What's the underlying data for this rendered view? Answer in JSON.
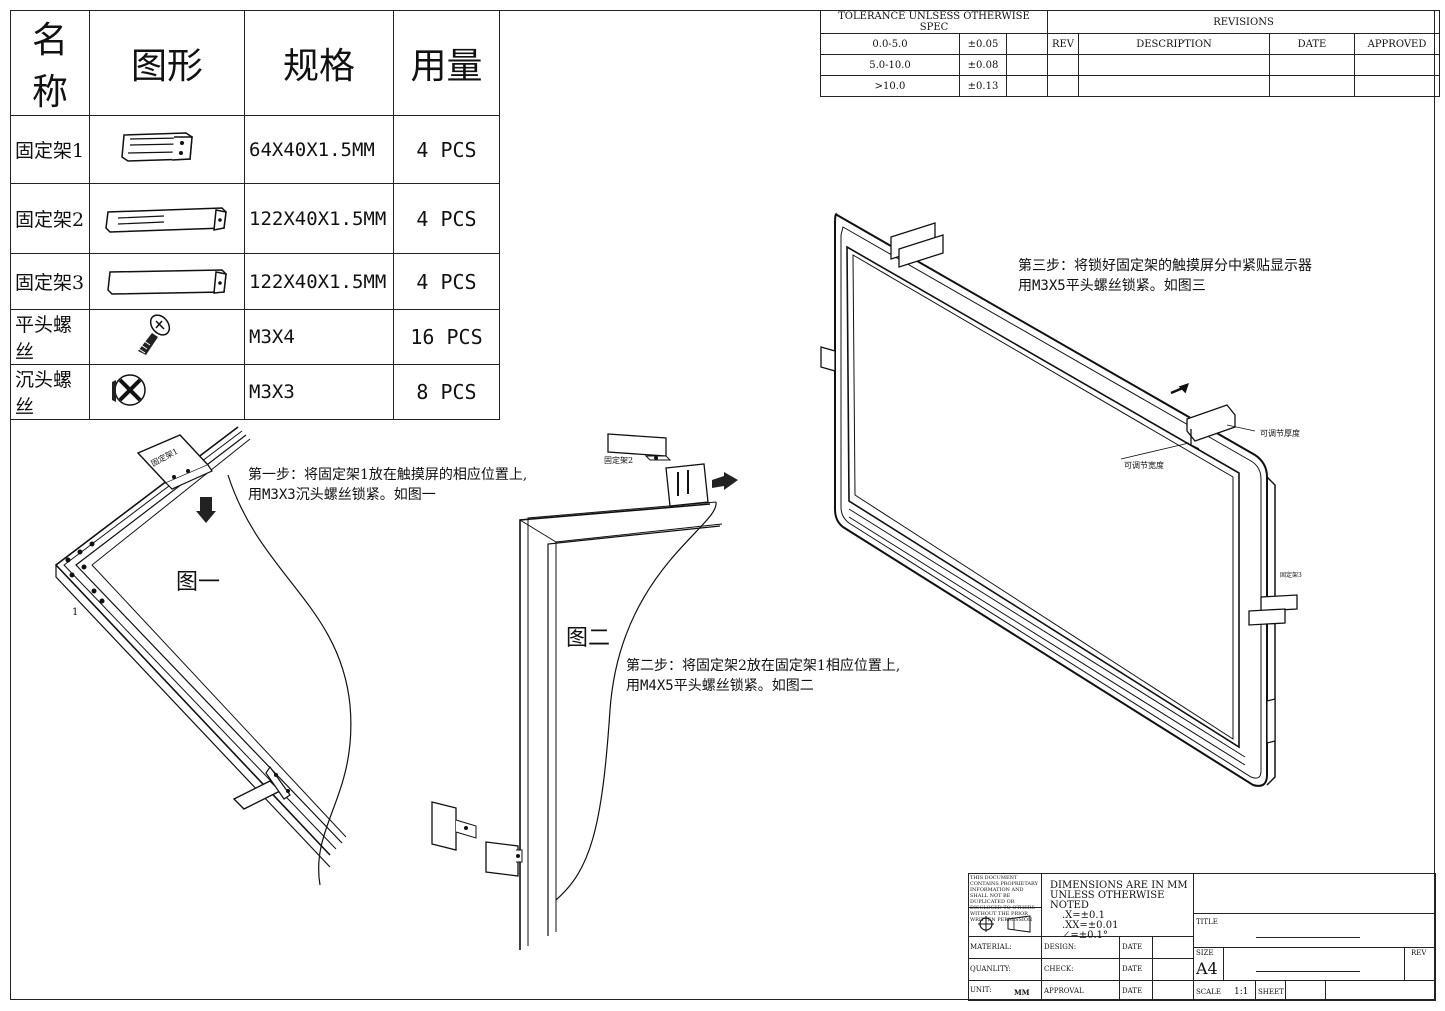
{
  "bom": {
    "headers": [
      "名称",
      "图形",
      "规格",
      "用量"
    ],
    "rows": [
      {
        "name": "固定架1",
        "icon": "bracket-1-icon",
        "spec": "64X40X1.5MM",
        "qty": "4 PCS"
      },
      {
        "name": "固定架2",
        "icon": "bracket-2-icon",
        "spec": "122X40X1.5MM",
        "qty": "4 PCS"
      },
      {
        "name": "固定架3",
        "icon": "bracket-3-icon",
        "spec": "122X40X1.5MM",
        "qty": "4 PCS"
      },
      {
        "name": "平头螺丝",
        "icon": "pan-head-screw-icon",
        "spec": "M3X4",
        "qty": "16 PCS"
      },
      {
        "name": "沉头螺丝",
        "icon": "countersunk-screw-icon",
        "spec": "M3X3",
        "qty": "8 PCS"
      }
    ]
  },
  "tolerance": {
    "header": "TOLERANCE UNLSESS OTHERWISE SPEC",
    "rows": [
      {
        "range": "0.0-5.0",
        "tol": "±0.05"
      },
      {
        "range": "5.0-10.0",
        "tol": "±0.08"
      },
      {
        "range": ">10.0",
        "tol": "±0.13"
      }
    ]
  },
  "revisions": {
    "header": "REVISIONS",
    "columns": [
      "REV",
      "DESCRIPTION",
      "DATE",
      "APPROVED"
    ]
  },
  "steps": {
    "step1_line1": "第一步：将固定架1放在触摸屏的相应位置上,",
    "step1_line2_pre": "用",
    "step1_line2_screw": "M3X3",
    "step1_line2_post": "沉头螺丝锁紧。如图一",
    "step2_line1": "第二步：将固定架2放在固定架1相应位置上,",
    "step2_line2_pre": "用",
    "step2_line2_screw": "M4X5",
    "step2_line2_post": "平头螺丝锁紧。如图二",
    "step3_line1": "第三步：将锁好固定架的触摸屏分中紧贴显示器",
    "step3_line2_pre": "用",
    "step3_line2_screw": "M3X5",
    "step3_line2_post": "平头螺丝锁紧。如图三"
  },
  "figures": {
    "fig1": "图一",
    "fig2": "图二",
    "fig1_bracket_label": "固定架1",
    "fig2_bracket_label": "固定架2",
    "fig3_label_thickness": "可调节厚度",
    "fig3_label_width": "可调节宽度",
    "fig3_label_bracket": "固定架3"
  },
  "title_block": {
    "confidential": "THIS DOCUMENT CONTAINS PROPRIETARY INFORMATION AND SHALL NOT BE DUPLICATED OR DISCLOSED TO OTHERS WITHOUT THE PRIOR WRITTEN PERMISSION",
    "dims_line1": "DIMENSIONS ARE IN MM",
    "dims_line2": "UNLESS OTHERWISE NOTED",
    "tol_x": ".X=±0.1",
    "tol_xx": ".XX=±0.01",
    "tol_angle": "∠=±0.1°",
    "title_label": "TITLE",
    "material": "MATERIAL:",
    "quanlity": "QUANLITY:",
    "unit": "UNIT:",
    "unit_value": "MM",
    "design": "DESIGN:",
    "check": "CHECK:",
    "approval": "APPROVAL",
    "date": "DATE",
    "size_label": "SIZE",
    "size_value": "A4",
    "rev_label": "REV",
    "scale_label": "SCALE",
    "scale_value": "1:1",
    "sheet_label": "SHEET"
  }
}
